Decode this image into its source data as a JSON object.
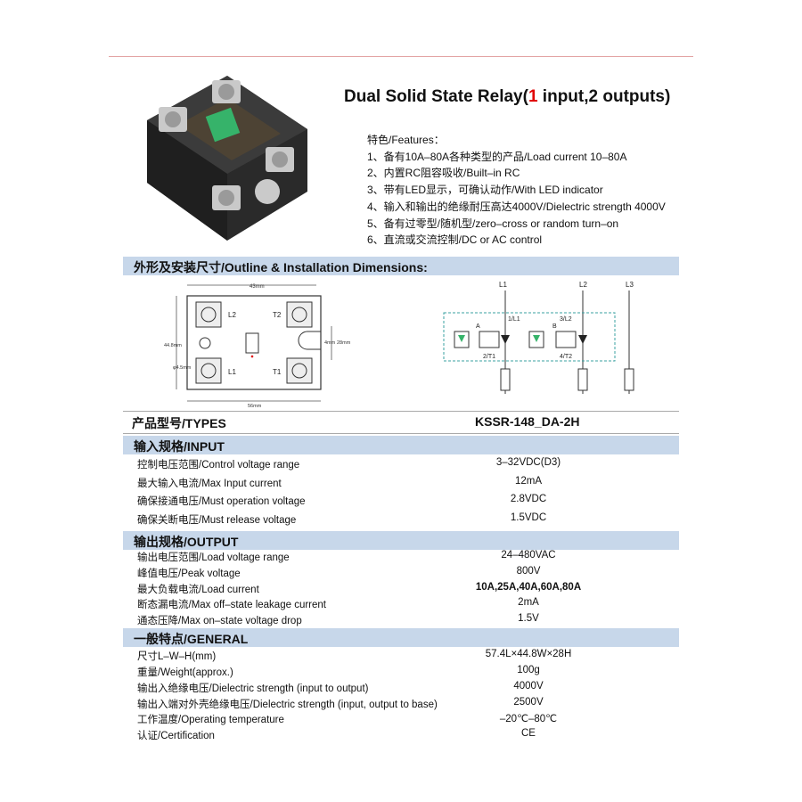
{
  "title": {
    "prefix": "Dual Solid State Relay(",
    "accent": "1",
    "suffix": " input,2 outputs)"
  },
  "colors": {
    "accent_red": "#e00000",
    "band": "#c7d7ea",
    "relay_green": "#36b36a"
  },
  "features": [
    "特色/Features：",
    "1、备有10A–80A各种类型的产品/Load current 10–80A",
    "2、内置RC阻容吸收/Built–in RC",
    "3、带有LED显示，可确认动作/With LED indicator",
    "4、输入和输出的绝缘耐压高达4000V/Dielectric strength 4000V",
    "5、备有过零型/随机型/zero–cross or random turn–on",
    "6、直流或交流控制/DC or AC control"
  ],
  "outline_title": "外形及安装尺寸/Outline & Installation Dimensions:",
  "dims": {
    "width": "43mm",
    "length": "56mm",
    "height": "44.8mm",
    "hole": "φ4.5mm",
    "gap": "4mm",
    "pitch": "28mm",
    "L2": "L2",
    "L1": "L1",
    "T2": "T2",
    "T1": "T1"
  },
  "circuit": {
    "L1": "L1",
    "L2": "L2",
    "L3": "L3",
    "t1": "1/L1",
    "t2": "2/T1",
    "t3": "3/L2",
    "t4": "4/T2",
    "A": "A",
    "B": "B"
  },
  "types_label": "产品型号/TYPES",
  "types_value": "KSSR-148_DA-2H",
  "input_title": "输入规格/INPUT",
  "input_rows": [
    {
      "k": "控制电压范围/Control voltage range",
      "v": "3–32VDC(D3)"
    },
    {
      "k": "最大输入电流/Max Input current",
      "v": "12mA"
    },
    {
      "k": "确保接通电压/Must operation voltage",
      "v": "2.8VDC"
    },
    {
      "k": "确保关断电压/Must release voltage",
      "v": "1.5VDC"
    }
  ],
  "output_title": "输出规格/OUTPUT",
  "output_rows": [
    {
      "k": "输出电压范围/Load voltage range",
      "v": "24–480VAC"
    },
    {
      "k": "峰值电压/Peak voltage",
      "v": "800V"
    },
    {
      "k": "最大负载电流/Load current",
      "v": "10A,25A,40A,60A,80A"
    },
    {
      "k": "断态漏电流/Max off–state leakage current",
      "v": "2mA"
    },
    {
      "k": "通态压降/Max on–state voltage drop",
      "v": "1.5V"
    }
  ],
  "general_title": "一般特点/GENERAL",
  "general_rows": [
    {
      "k": "尺寸L–W–H(mm)",
      "v": "57.4L×44.8W×28H"
    },
    {
      "k": "重量/Weight(approx.)",
      "v": "100g"
    },
    {
      "k": "输出入绝缘电压/Dielectric strength (input to output)",
      "v": "4000V"
    },
    {
      "k": "输出入端对外壳绝缘电压/Dielectric strength (input, output to base)",
      "v": "2500V"
    },
    {
      "k": "工作温度/Operating temperature",
      "v": "–20℃–80℃"
    },
    {
      "k": "认证/Certification",
      "v": "CE"
    }
  ]
}
